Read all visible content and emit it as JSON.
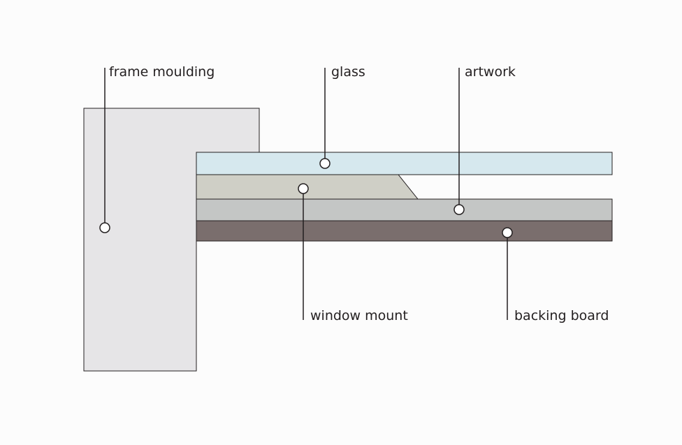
{
  "labels": {
    "frame_moulding": "frame moulding",
    "glass": "glass",
    "artwork": "artwork",
    "window_mount": "window mount",
    "backing_board": "backing board"
  },
  "colors": {
    "background": "#fcfcfc",
    "frame_moulding": "#e6e5e7",
    "glass": "#d6e8ee",
    "window_mount": "#cfcfc6",
    "artwork": "#c4c6c5",
    "backing_board": "#7a6e6d",
    "outline": "#231f20",
    "marker_fill": "#ffffff"
  }
}
